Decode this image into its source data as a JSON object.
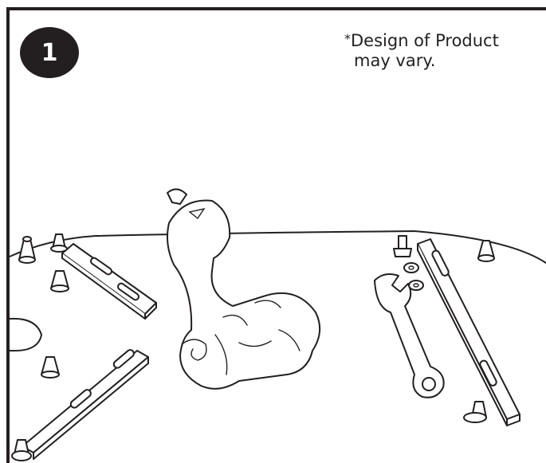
{
  "step": {
    "number": "1"
  },
  "note": {
    "asterisk": "*",
    "line1": "Design of Product",
    "line2": "may vary."
  }
}
